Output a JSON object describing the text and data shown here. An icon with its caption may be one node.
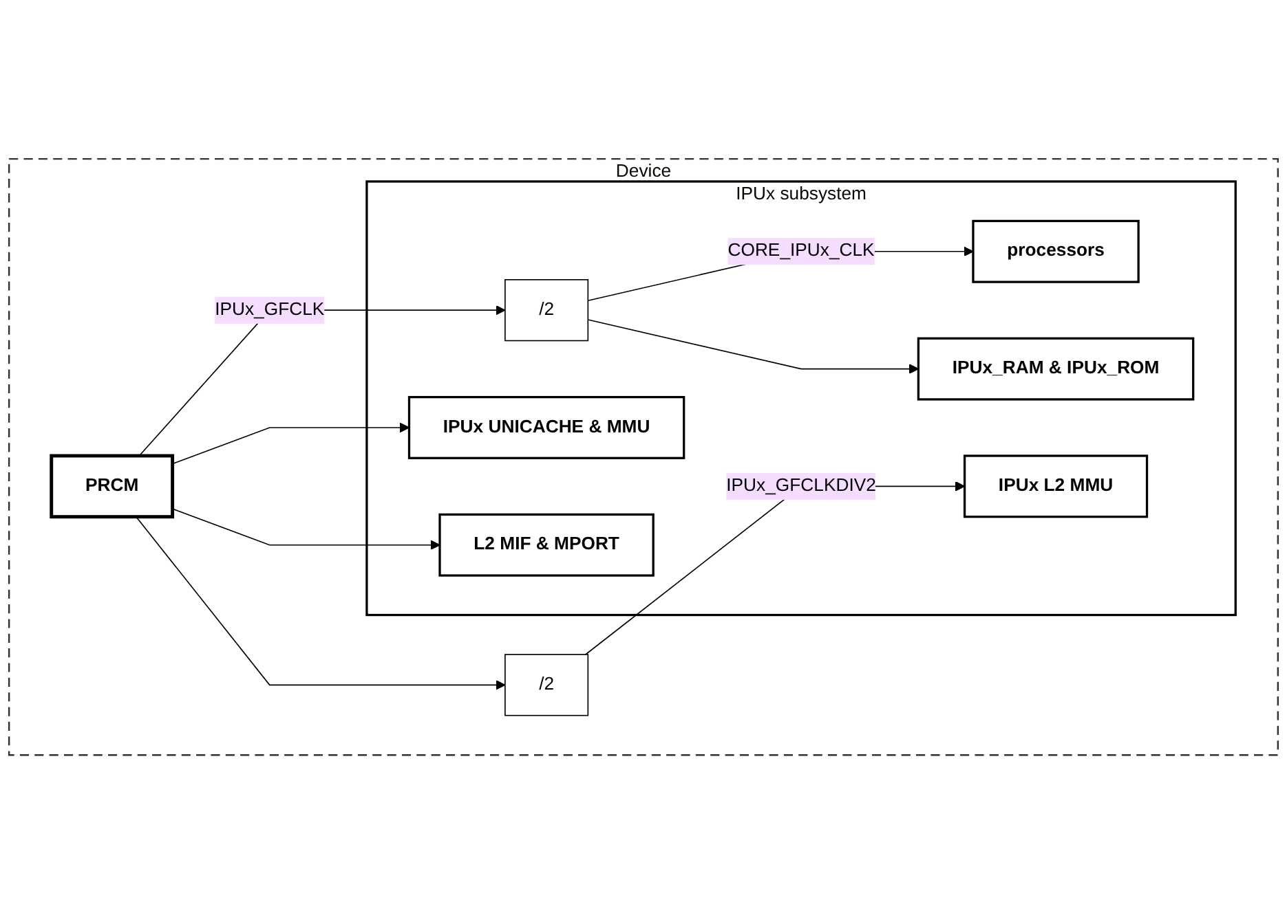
{
  "diagram": {
    "nodes": [
      {
        "text": [
          "Device"
        ]
      },
      {
        "text": [
          "PRCM"
        ],
        "in": 0
      },
      {
        "text": [
          "IPUx subsystem"
        ],
        "in": 0
      },
      {
        "text": [
          "processors"
        ],
        "in": 2
      },
      {
        "text": [
          "IPUx_RAM & IPUx_ROM"
        ],
        "in": 2
      },
      {
        "text": [
          "/2"
        ],
        "in": 2
      },
      {
        "text": [
          "IPUx UNICACHE & MMU"
        ],
        "in": 2
      },
      {
        "text": [
          "L2 MIF & MPORT"
        ],
        "in": 2
      },
      {
        "text": [
          "IPUx L2 MMU"
        ],
        "in": 2
      },
      {
        "text": [
          "/2"
        ],
        "in": 0
      }
    ],
    "edges": [
      {
        "from": 1,
        "to": 5,
        "arrow": "to",
        "label": "IPUx_GFCLK"
      },
      {
        "from": 1,
        "to": 6,
        "arrow": "to"
      },
      {
        "from": 1,
        "to": 7,
        "arrow": "to"
      },
      {
        "from": 1,
        "to": 9,
        "arrow": "to"
      },
      {
        "from": 5,
        "to": 3,
        "arrow": "to",
        "label": "CORE_IPUx_CLK"
      },
      {
        "from": 5,
        "to": 4,
        "arrow": "to"
      },
      {
        "from": 9,
        "to": 8,
        "arrow": "to",
        "label": "IPUx_GFCLKDIV2"
      }
    ]
  }
}
